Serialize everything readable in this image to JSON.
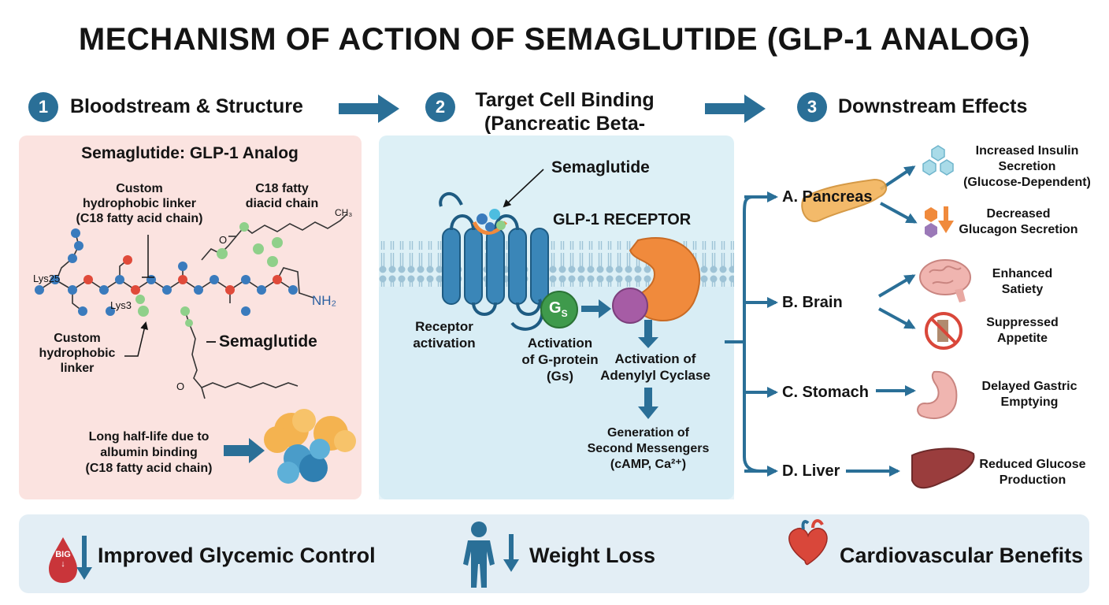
{
  "title": "MECHANISM OF ACTION OF SEMAGLUTIDE (GLP-1 ANALOG)",
  "steps": [
    {
      "num": "1",
      "label": "Bloodstream & Structure"
    },
    {
      "num": "2",
      "label_line1": "Target Cell Binding",
      "label_line2": "(Pancreatic Beta-Cell)"
    },
    {
      "num": "3",
      "label": "Downstream Effects"
    }
  ],
  "structure": {
    "heading": "Semaglutide: GLP-1 Analog",
    "linker_top": [
      "Custom",
      "hydrophobic linker",
      "(C18 fatty acid chain)"
    ],
    "diacid": [
      "C18 fatty",
      "diacid chain"
    ],
    "ch3": "CH₃",
    "o_top": "O",
    "lys25": "Lys25",
    "lys3": "Lys3",
    "nh2": "NH₂",
    "linker_bottom": [
      "Custom",
      "hydrophobic",
      "linker"
    ],
    "semaglutide_label": "Semaglutide",
    "o_bottom": "O",
    "half_life": [
      "Long half-life due to",
      "albumin binding",
      "(C18 fatty acid chain)"
    ]
  },
  "binding": {
    "semaglutide": "Semaglutide",
    "receptor": "GLP-1 RECEPTOR",
    "receptor_activation": [
      "Receptor",
      "activation"
    ],
    "gs_symbol": "G",
    "gs_sub": "S",
    "gprotein": [
      "Activation",
      "of G-protein",
      "(Gs)"
    ],
    "adenylyl": [
      "Activation of",
      "Adenylyl Cyclase"
    ],
    "messengers": [
      "Generation of",
      "Second Messengers",
      "(cAMP, Ca²⁺)"
    ]
  },
  "effects": {
    "organs": [
      {
        "label": "A. Pancreas",
        "results": [
          [
            "Increased Insulin",
            "Secretion",
            "(Glucose-Dependent)"
          ],
          [
            "Decreased",
            "Glucagon Secretion"
          ]
        ]
      },
      {
        "label": "B. Brain",
        "results": [
          [
            "Enhanced",
            "Satiety"
          ],
          [
            "Suppressed",
            "Appetite"
          ]
        ]
      },
      {
        "label": "C. Stomach",
        "results": [
          [
            "Delayed Gastric",
            "Emptying"
          ]
        ]
      },
      {
        "label": "D. Liver",
        "results": [
          [
            "Reduced Glucose",
            "Production"
          ]
        ]
      }
    ]
  },
  "outcomes": [
    {
      "label": "Improved Glycemic Control",
      "badge": "BIG",
      "badge_arrow": "↓"
    },
    {
      "label": "Weight Loss"
    },
    {
      "label": "Cardiovascular Benefits"
    }
  ],
  "colors": {
    "accent_blue": "#2a6f97",
    "panel_pink": "#fbe3e0",
    "panel_blue": "#ddf0f6",
    "gs_green": "#3f9a4c",
    "adenylyl_orange": "#f08a3c",
    "purple": "#a65ca5"
  }
}
